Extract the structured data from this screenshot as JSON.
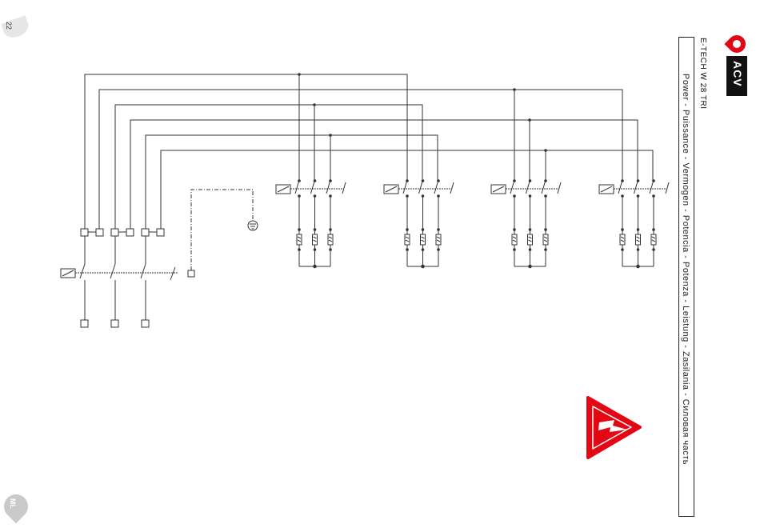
{
  "page": {
    "number": "22",
    "language_tab": "ML"
  },
  "header": {
    "brand": "ACV",
    "model": "E-TECH W 28 TRI",
    "title": "Power - Puissance - Vermogen - Potencia - Potenza - Leistung - Zasilania - Силовая часть"
  },
  "icons": {
    "brand_logo": "acv-flame-icon",
    "warning": "high-voltage-warning-icon",
    "ground": "earth-ground-icon"
  },
  "colors": {
    "brand_red": "#e30613",
    "line": "#333333",
    "warning_red": "#e30613"
  },
  "diagram": {
    "power_inputs": 3,
    "contactor_groups": 4,
    "phases_per_group": 3
  }
}
